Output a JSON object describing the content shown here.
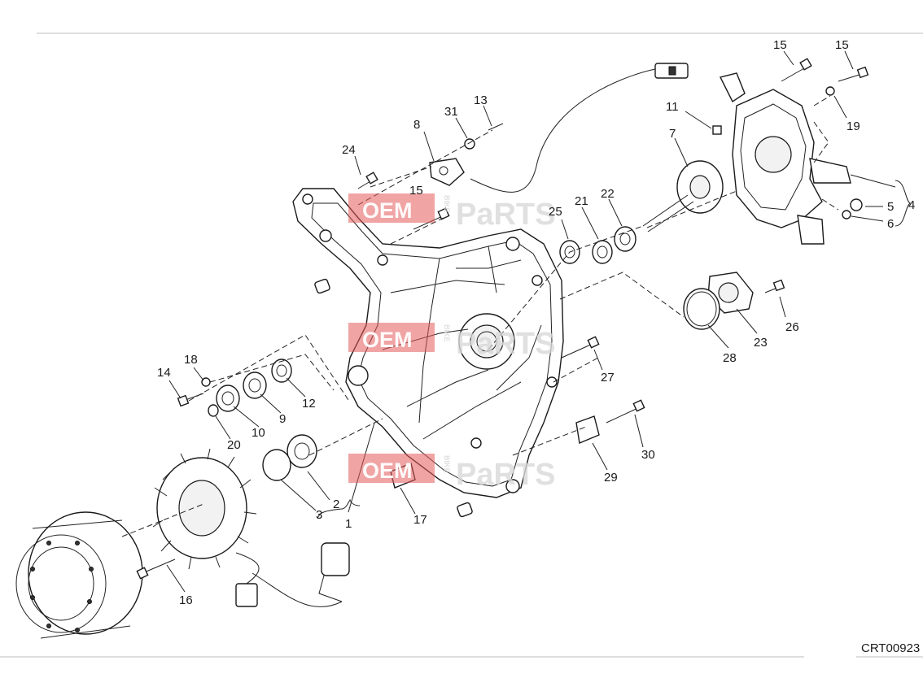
{
  "diagram": {
    "code": "CRT00923",
    "labels": {
      "l1": "1",
      "l2": "2",
      "l3": "3",
      "l4": "4",
      "l5": "5",
      "l6": "6",
      "l7": "7",
      "l8": "8",
      "l9": "9",
      "l10": "10",
      "l11": "11",
      "l12": "12",
      "l13": "13",
      "l14": "14",
      "l15a": "15",
      "l15b": "15",
      "l15c": "15",
      "l16": "16",
      "l17": "17",
      "l18": "18",
      "l19": "19",
      "l20": "20",
      "l21": "21",
      "l22": "22",
      "l23": "23",
      "l24": "24",
      "l25": "25",
      "l26": "26",
      "l27": "27",
      "l28": "28",
      "l29": "29",
      "l30": "30",
      "l31": "31"
    }
  },
  "watermark": {
    "brand": "OEM",
    "side": "BIKE",
    "word": "PaRTS"
  },
  "colors": {
    "watermark": "#e35a5a",
    "lines": "#222222"
  }
}
